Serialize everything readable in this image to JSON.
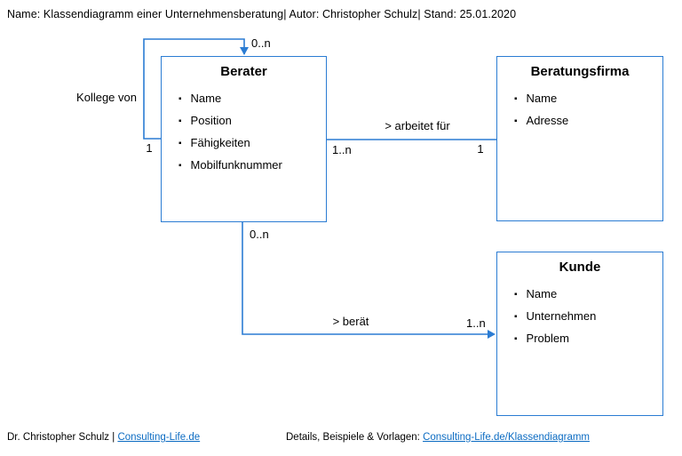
{
  "header": {
    "title": "Name: Klassendiagramm einer Unternehmensberatung| Autor: Christopher Schulz| Stand: 25.01.2020"
  },
  "diagram": {
    "classes": [
      {
        "id": "berater",
        "title": "Berater",
        "attributes": [
          "Name",
          "Position",
          "Fähigkeiten",
          "Mobilfunknummer"
        ]
      },
      {
        "id": "beratungsfirma",
        "title": "Beratungsfirma",
        "attributes": [
          "Name",
          "Adresse"
        ]
      },
      {
        "id": "kunde",
        "title": "Kunde",
        "attributes": [
          "Name",
          "Unternehmen",
          "Problem"
        ]
      }
    ],
    "relations": [
      {
        "name": "Kollege von",
        "from": "Berater",
        "to": "Berater",
        "from_card": "1",
        "to_card": "0..n"
      },
      {
        "name": "> arbeitet für",
        "from": "Berater",
        "to": "Beratungsfirma",
        "from_card": "1..n",
        "to_card": "1"
      },
      {
        "name": "> berät",
        "from": "Berater",
        "to": "Kunde",
        "from_card": "0..n",
        "to_card": "1..n"
      }
    ]
  },
  "footer": {
    "left_text": "Dr. Christopher Schulz | ",
    "left_link": "Consulting-Life.de",
    "right_text": "Details, Beispiele & Vorlagen: ",
    "right_link": "Consulting-Life.de/Klassendiagramm"
  },
  "colors": {
    "line_blue": "#2b7cd3",
    "link_blue": "#0b6bc2",
    "text": "#000000",
    "background": "#ffffff"
  }
}
